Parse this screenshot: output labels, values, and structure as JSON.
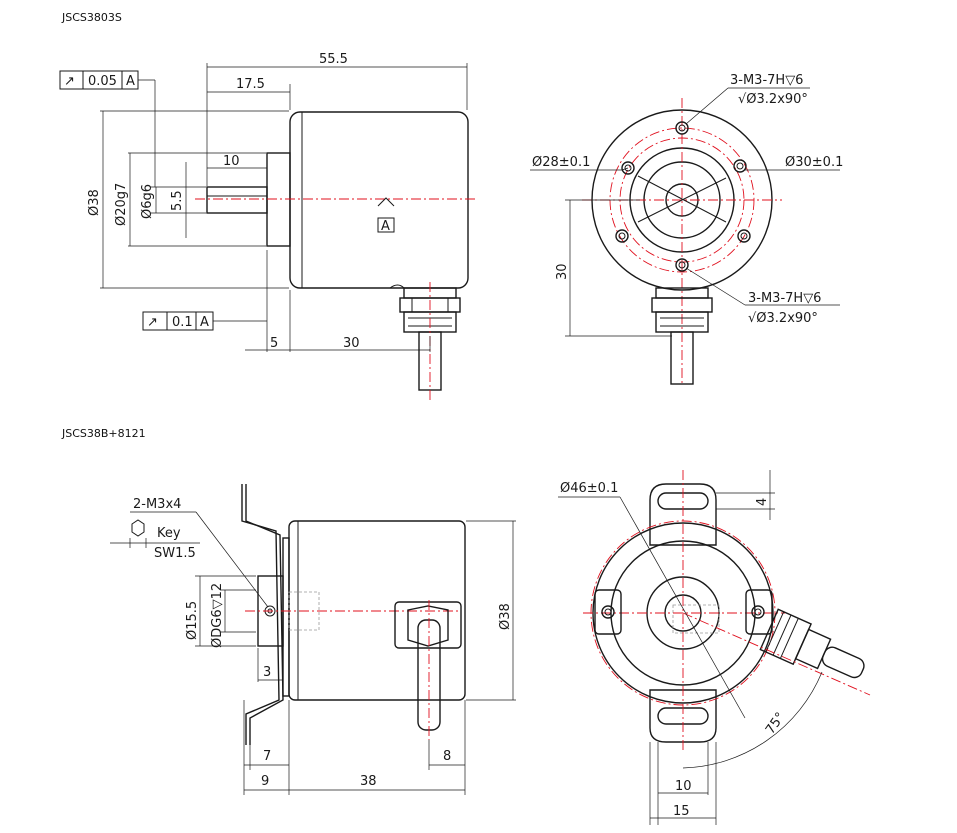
{
  "drawing_1": {
    "model": "JSCS3803S",
    "dims": {
      "overall_length": "55.5",
      "shaft_flange": "17.5",
      "shaft_flat": "10",
      "body_dia": "Ø38",
      "spigot_dia": "Ø20g7",
      "shaft_dia": "Ø6g6",
      "flat": "5.5",
      "spigot_len": "5",
      "cable_pos": "30",
      "bolt_pcd": "Ø28±0.1",
      "hole_pcd": "Ø30±0.1",
      "height": "30",
      "thread_top_1": "3-M3-7H",
      "thread_top_2": "▽6",
      "csk_top": "√Ø3.2x90°",
      "thread_bot_1": "3-M3-7H",
      "thread_bot_2": "▽6",
      "csk_bot": "√Ø3.2x90°"
    },
    "tol_top": {
      "symbol": "↗",
      "value": "0.05",
      "datum": "A"
    },
    "tol_bot": {
      "symbol": "↗",
      "value": "0.1",
      "datum": "A"
    },
    "datum": "A"
  },
  "drawing_2": {
    "model": "JSCS38B+8121",
    "dims": {
      "screws": "2-M3x4",
      "key": "Key",
      "sw_label": "SW",
      "sw_value": "1.5",
      "bore_outer": "Ø15.5",
      "bore_inner": "ØDG6▽12",
      "bracket_t": "3",
      "body_dia": "Ø38",
      "flange_7": "7",
      "flange_9": "9",
      "body_len": "38",
      "gland": "8",
      "pcd": "Ø46±0.1",
      "slot_w": "4",
      "angle": "75°",
      "slot_10": "10",
      "slot_15": "15"
    }
  }
}
